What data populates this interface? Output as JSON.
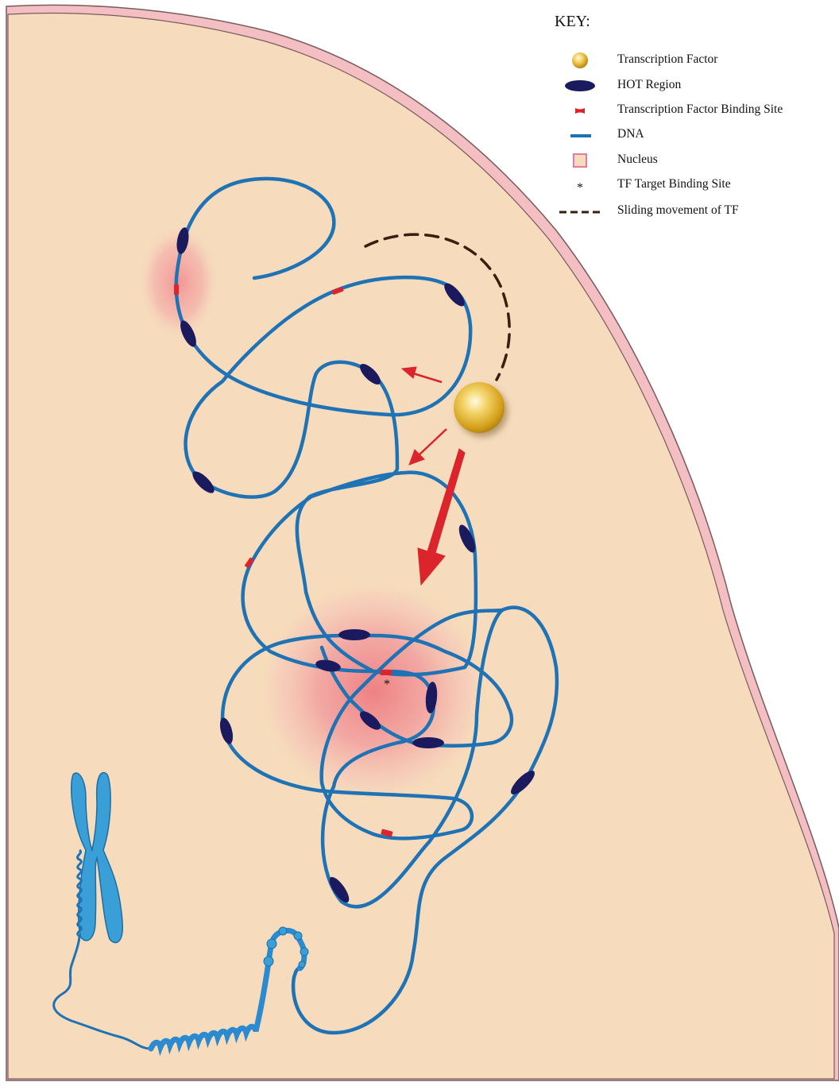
{
  "key": {
    "title": "KEY:",
    "items": [
      {
        "icon": "transcription-factor-icon",
        "label": "Transcription Factor"
      },
      {
        "icon": "hot-region-icon",
        "label": "HOT Region"
      },
      {
        "icon": "binding-site-icon",
        "label": "Transcription Factor Binding Site"
      },
      {
        "icon": "dna-icon",
        "label": "DNA"
      },
      {
        "icon": "nucleus-icon",
        "label": "Nucleus"
      },
      {
        "icon": "asterisk-icon",
        "label": "TF Target Binding Site"
      },
      {
        "icon": "dashed-line-icon",
        "label": "Sliding movement of TF"
      }
    ]
  },
  "diagram": {
    "target_marker": "*"
  },
  "colors": {
    "nucleus_fill": "#f6dcbd",
    "membrane": "#f3bfc3",
    "membrane_edge": "#7a5a5e",
    "dna": "#1f73b5",
    "hot_region": "#1c1a5e",
    "binding_site": "#e0232a",
    "arrow": "#db242b",
    "tf_gold": "#d9a21c",
    "sliding": "#3a1f0f",
    "chromosome": "#3a9fd6"
  }
}
